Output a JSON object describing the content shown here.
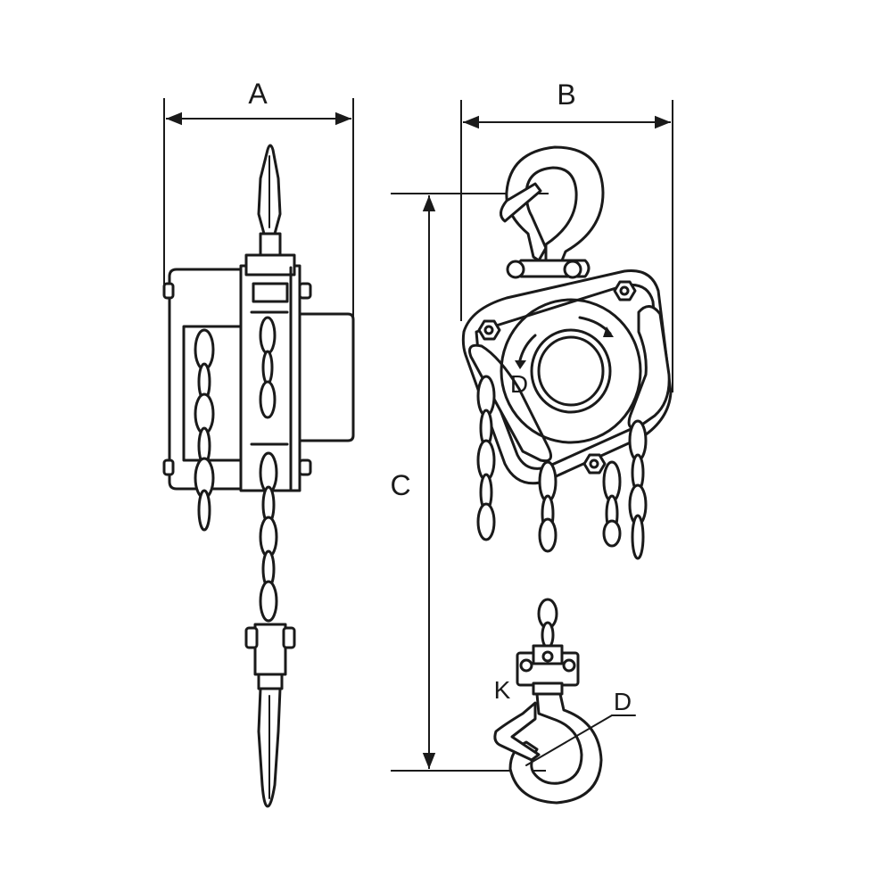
{
  "diagram": {
    "labels": {
      "width_side": "A",
      "width_front": "B",
      "height": "C",
      "hook_opening_top": "D",
      "hook_opening_bottom": "D",
      "latch": "K"
    },
    "colors": {
      "line": "#1a1a1a",
      "background": "#ffffff"
    }
  }
}
